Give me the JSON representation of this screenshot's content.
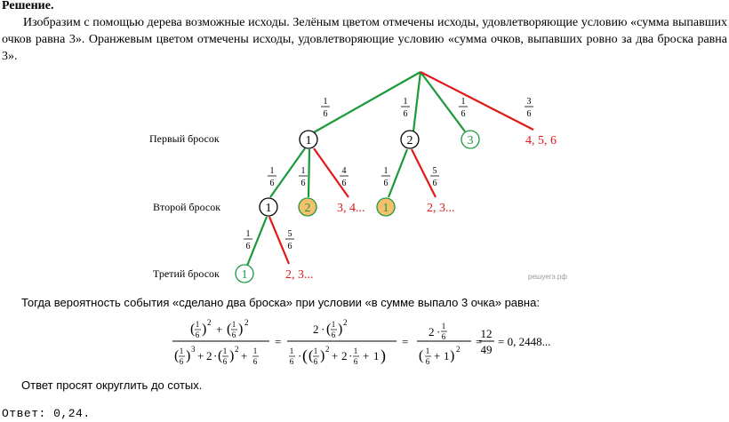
{
  "solution": {
    "heading": "Решение.",
    "paragraph": "Изобразим с помощью дерева возможные исходы. Зелёным цветом отмечены исходы, удовлетворяющие условию «сумма выпавших очков равна 3». Оранжевым цветом отмечены исходы, удовлетворяющие условию «сумма очков, выпавших ровно за два броска равна 3»."
  },
  "tree": {
    "row_labels": {
      "first": "Первый бросок",
      "second": "Второй бросок",
      "third": "Третий бросок"
    },
    "nodes": {
      "n1": "1",
      "n2": "2",
      "n3": "3",
      "n456": "4, 5, 6",
      "n11": "1",
      "n12": "2",
      "n134": "3, 4...",
      "n21": "1",
      "n223": "2, 3...",
      "n111": "1",
      "n1123": "2, 3..."
    },
    "prob": {
      "a": [
        "1",
        "6"
      ],
      "b": [
        "1",
        "6"
      ],
      "c": [
        "1",
        "6"
      ],
      "d": [
        "3",
        "6"
      ],
      "e": [
        "1",
        "6"
      ],
      "f": [
        "1",
        "6"
      ],
      "g": [
        "4",
        "6"
      ],
      "h": [
        "1",
        "6"
      ],
      "i": [
        "5",
        "6"
      ],
      "j": [
        "1",
        "6"
      ],
      "k": [
        "5",
        "6"
      ]
    },
    "watermark": "решуегэ.рф",
    "colors": {
      "green": "#1a9a3a",
      "red": "#e01818",
      "orange": "#f5bf6e"
    }
  },
  "text": {
    "conditional": "Тогда вероятность события «сделано два броска» при условии «в сумме выпало 3 очка» равна:",
    "rounding": "Ответ просят округлить до сотых.",
    "answer": "Ответ: 0,24."
  },
  "formula": {
    "half_open": "(",
    "half_close": ")",
    "one": "1",
    "six": "6",
    "two": "2",
    "three": "3",
    "plus": "+",
    "eq": "=",
    "cdot": "·",
    "twelve": "12",
    "fortynine": "49",
    "result": "= 0, 2448..."
  }
}
